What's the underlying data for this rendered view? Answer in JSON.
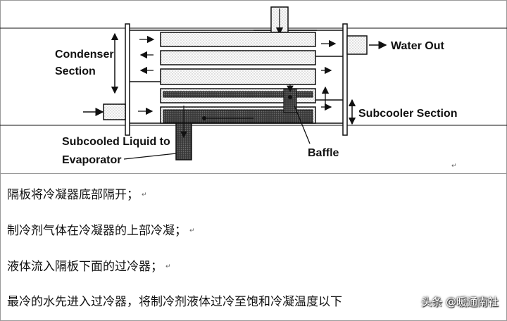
{
  "diagram": {
    "labels": {
      "condenser_section": [
        "Condenser",
        "Section"
      ],
      "water_out": "Water Out",
      "subcooler_section": "Subcooler Section",
      "subcooled_liquid": [
        "Subcooled Liquid to",
        "Evaporator"
      ],
      "baffle": "Baffle"
    }
  },
  "notes": [
    {
      "text": "隔板将冷凝器底部隔开；",
      "mark": "↵"
    },
    {
      "text": "制冷剂气体在冷凝器的上部冷凝；",
      "mark": "↵"
    },
    {
      "text": "液体流入隔板下面的过冷器；",
      "mark": "↵"
    },
    {
      "text": "最冷的水先进入过冷器，将制冷剂液体过冷至饱和冷凝温度以下",
      "mark": ""
    }
  ],
  "watermark": "头条 @暖通南社"
}
